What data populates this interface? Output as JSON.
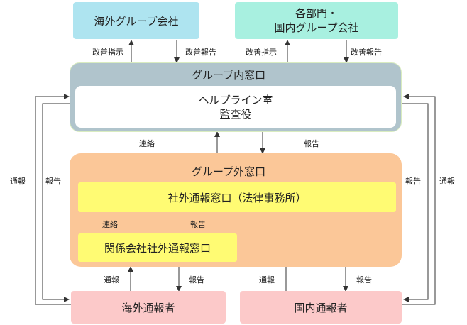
{
  "boxes": {
    "overseas_group": "海外グループ会社",
    "hq_line1": "各部門・",
    "hq_line2": "国内グループ会社",
    "group_internal": "グループ内窓口",
    "helpline_line1": "ヘルプライン室",
    "helpline_line2": "監査役",
    "group_external": "グループ外窓口",
    "law_firm": "社外通報窓口（法律事務所）",
    "affiliate": "関係会社社外通報窓口",
    "overseas_reporter": "海外通報者",
    "domestic_reporter": "国内通報者"
  },
  "labels": {
    "improve_instruct_1": "改善指示",
    "improve_report_1": "改善報告",
    "improve_instruct_2": "改善指示",
    "improve_report_2": "改善報告",
    "contact_1": "連絡",
    "report_1": "報告",
    "contact_2": "連絡",
    "report_2": "報告",
    "notify_ov": "通報",
    "report_ov": "報告",
    "notify_dom": "通報",
    "report_dom": "報告",
    "left_notify": "通報",
    "left_report": "報告",
    "right_report": "報告",
    "right_notify": "通報"
  },
  "colors": {
    "group_company_fill": "#aee4f0",
    "hq_fill": "#a8f0e0",
    "internal_fill": "#b0c4cc",
    "external_fill": "#fbc798",
    "yellow_fill": "#fffb73",
    "reporter_fill": "#fcc9c9",
    "arrow": "#333333"
  }
}
